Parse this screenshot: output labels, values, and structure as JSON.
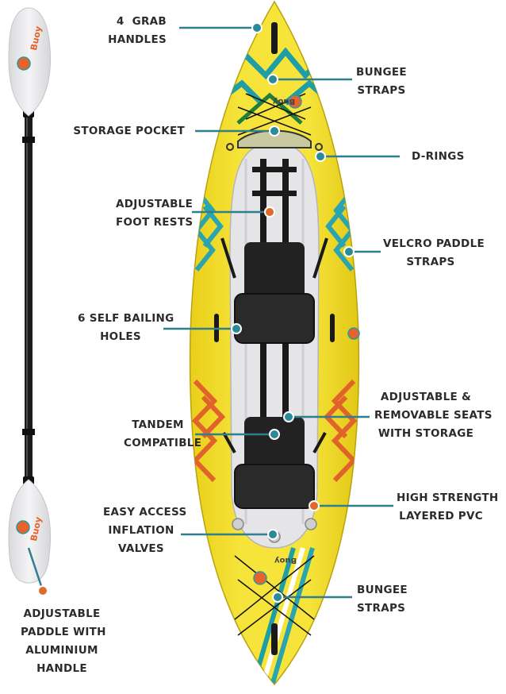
{
  "colors": {
    "hull_yellow": "#f2dd2e",
    "hull_shadow": "#d8bf12",
    "floor_gray": "#e6e6e8",
    "teal_pattern": "#1f9ea6",
    "orange_pattern": "#e2622c",
    "marker_teal": "#2a8a97",
    "marker_orange": "#e06a2a",
    "leader_line": "#2f7f8f",
    "seat_black": "#222222",
    "shaft_black": "#1a1a1a",
    "blade_white": "#eeeef0",
    "text": "#2b2b2b"
  },
  "logo_text": "Buoy",
  "labels": [
    {
      "id": "grab-handles",
      "lines": [
        "4  GRAB",
        "HANDLES"
      ]
    },
    {
      "id": "bungee-straps-top",
      "lines": [
        "BUNGEE",
        "STRAPS"
      ]
    },
    {
      "id": "storage-pocket",
      "lines": [
        "STORAGE POCKET"
      ]
    },
    {
      "id": "d-rings",
      "lines": [
        "D-RINGS"
      ]
    },
    {
      "id": "adjustable-foot-rests",
      "lines": [
        "ADJUSTABLE",
        "FOOT RESTS"
      ]
    },
    {
      "id": "velcro-paddle-straps",
      "lines": [
        "VELCRO PADDLE",
        "STRAPS"
      ]
    },
    {
      "id": "self-bailing-holes",
      "lines": [
        "6 SELF BAILING",
        "HOLES"
      ]
    },
    {
      "id": "removable-seats",
      "lines": [
        "ADJUSTABLE &",
        "REMOVABLE SEATS",
        "WITH STORAGE"
      ]
    },
    {
      "id": "tandem-compatible",
      "lines": [
        "TANDEM",
        "COMPATIBLE"
      ]
    },
    {
      "id": "layered-pvc",
      "lines": [
        "HIGH STRENGTH",
        "LAYERED PVC"
      ]
    },
    {
      "id": "inflation-valves",
      "lines": [
        "EASY ACCESS",
        "INFLATION",
        "VALVES"
      ]
    },
    {
      "id": "bungee-straps-bottom",
      "lines": [
        "BUNGEE",
        "STRAPS"
      ]
    },
    {
      "id": "adjustable-paddle",
      "lines": [
        "ADJUSTABLE",
        "PADDLE WITH",
        "ALUMINIUM",
        "HANDLE"
      ]
    }
  ]
}
